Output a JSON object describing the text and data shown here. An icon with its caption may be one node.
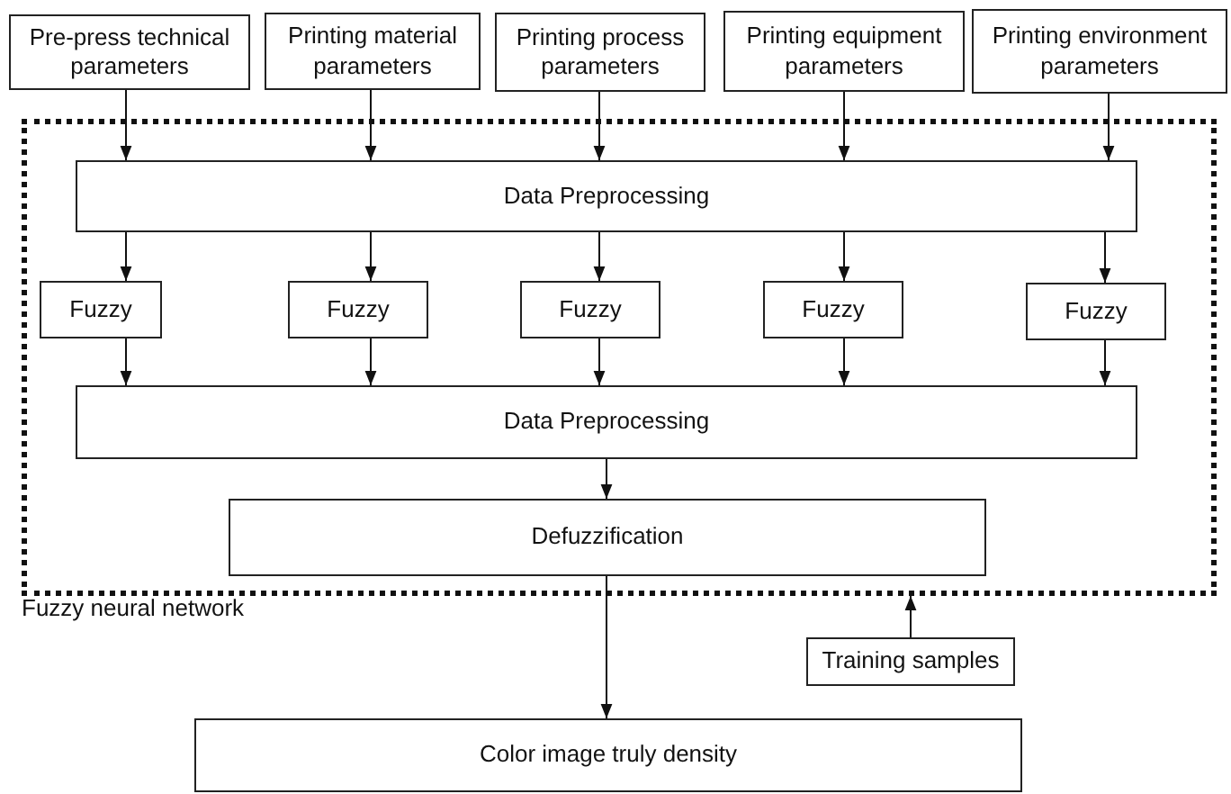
{
  "diagram": {
    "nodes": [
      {
        "text": [
          "Pre-press technical parameters"
        ]
      },
      {
        "text": [
          "Printing material parameters"
        ]
      },
      {
        "text": [
          "Printing process parameters"
        ]
      },
      {
        "text": [
          "Printing equipment parameters"
        ]
      },
      {
        "text": [
          "Printing environment parameters"
        ]
      },
      {
        "text": [
          "Fuzzy neural network"
        ]
      },
      {
        "text": [
          "Data Preprocessing"
        ],
        "in": 5
      },
      {
        "text": [
          "Fuzzy"
        ],
        "in": 5
      },
      {
        "text": [
          "Fuzzy"
        ],
        "in": 5
      },
      {
        "text": [
          "Fuzzy"
        ],
        "in": 5
      },
      {
        "text": [
          "Fuzzy"
        ],
        "in": 5
      },
      {
        "text": [
          "Fuzzy"
        ],
        "in": 5
      },
      {
        "text": [
          "Data Preprocessing"
        ],
        "in": 5
      },
      {
        "text": [
          "Defuzzification"
        ],
        "in": 5
      },
      {
        "text": [
          "Training samples"
        ]
      },
      {
        "text": [
          "Color image truly density"
        ]
      }
    ],
    "edges": [
      {
        "from": 0,
        "to": 6,
        "arrow": "to"
      },
      {
        "from": 1,
        "to": 6,
        "arrow": "to"
      },
      {
        "from": 2,
        "to": 6,
        "arrow": "to"
      },
      {
        "from": 3,
        "to": 6,
        "arrow": "to"
      },
      {
        "from": 4,
        "to": 6,
        "arrow": "to"
      },
      {
        "from": 6,
        "to": 7,
        "arrow": "to"
      },
      {
        "from": 6,
        "to": 8,
        "arrow": "to"
      },
      {
        "from": 6,
        "to": 9,
        "arrow": "to"
      },
      {
        "from": 6,
        "to": 10,
        "arrow": "to"
      },
      {
        "from": 6,
        "to": 11,
        "arrow": "to"
      },
      {
        "from": 7,
        "to": 12,
        "arrow": "to"
      },
      {
        "from": 8,
        "to": 12,
        "arrow": "to"
      },
      {
        "from": 9,
        "to": 12,
        "arrow": "to"
      },
      {
        "from": 10,
        "to": 12,
        "arrow": "to"
      },
      {
        "from": 11,
        "to": 12,
        "arrow": "to"
      },
      {
        "from": 12,
        "to": 13,
        "arrow": "to"
      },
      {
        "from": 13,
        "to": 15,
        "arrow": "to"
      },
      {
        "from": 14,
        "to": 5,
        "arrow": "to"
      }
    ]
  }
}
